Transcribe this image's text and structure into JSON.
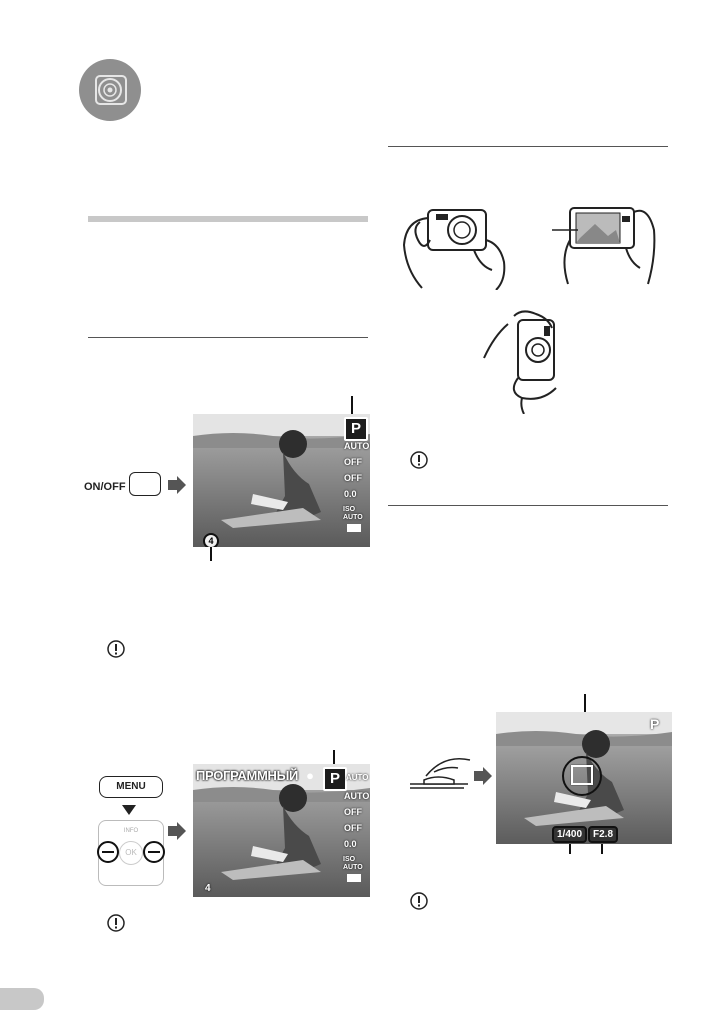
{
  "left_column": {
    "step_lcd": {
      "mode_letter": "P",
      "count": "4",
      "indicators": [
        "AUTO",
        "OFF",
        "OFF",
        "0.0",
        "ISO AUTO"
      ]
    },
    "onoff_label": "ON/OFF",
    "menu_lcd": {
      "mode_title": "ПРОГРАММНЫЙ",
      "mode_letter": "P",
      "top_right": "AUTO",
      "count": "4",
      "indicators": [
        "AUTO",
        "OFF",
        "OFF",
        "0.0",
        "ISO AUTO"
      ]
    },
    "menu_button_label": "MENU",
    "pad": {
      "top_label": "INFO",
      "center_label": "OK"
    }
  },
  "right_column": {
    "shutter_lcd": {
      "mode_letter": "P",
      "shutter_speed": "1/400",
      "aperture": "F2.8"
    }
  },
  "colors": {
    "section_bar": "#c8c8c8",
    "icon_circle": "#8a8a8a",
    "lcd_dark": "#1c1c1c"
  }
}
